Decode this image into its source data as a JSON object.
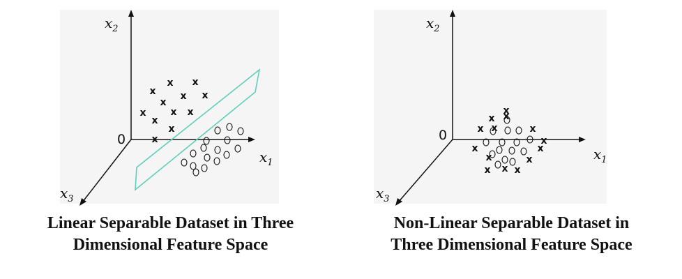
{
  "left_panel": {
    "axes": {
      "x1": "x",
      "x1_sub": "1",
      "x2": "x",
      "x2_sub": "2",
      "x3": "x",
      "x3_sub": "3",
      "origin": "0"
    },
    "caption_line1": "Linear Separable Dataset in Three",
    "caption_line2": "Dimensional Feature Space",
    "plane_color": "#5fcfb9"
  },
  "right_panel": {
    "axes": {
      "x1": "x",
      "x1_sub": "1",
      "x2": "x",
      "x2_sub": "2",
      "x3": "x",
      "x3_sub": "3",
      "origin": "0"
    },
    "caption_line1": "Non-Linear Separable Dataset in",
    "caption_line2": "Three Dimensional Feature Space"
  },
  "markers": {
    "cross": "x",
    "circle_icon": "circle-marker"
  }
}
